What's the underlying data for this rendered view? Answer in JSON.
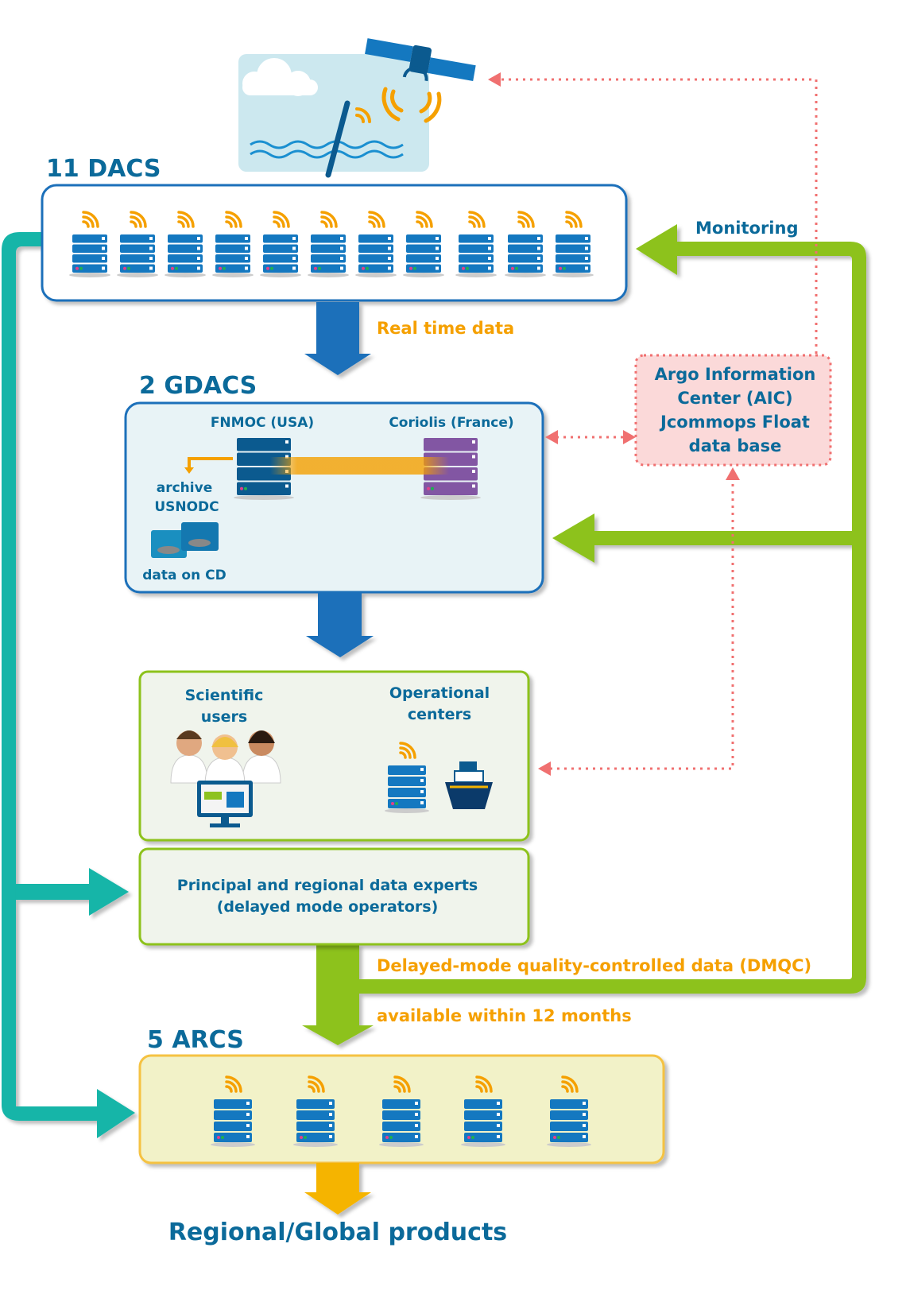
{
  "sections": {
    "dacs_title": "11 DACS",
    "gdacs_title": "2 GDACS",
    "arcs_title": "5 ARCS"
  },
  "flows": {
    "real_time": "Real time data",
    "monitoring": "Monitoring",
    "dmqc": "Delayed-mode quality-controlled data (DMQC)",
    "available": "available within 12 months"
  },
  "gdacs": {
    "fnmoc": "FNMOC (USA)",
    "coriolis": "Coriolis (France)",
    "archive_line1": "archive",
    "archive_line2": "USNODC",
    "cd": "data on CD"
  },
  "users": {
    "scientific_line1": "Scientific",
    "scientific_line2": "users",
    "operational_line1": "Operational",
    "operational_line2": "centers"
  },
  "experts": {
    "line1": "Principal and regional data experts",
    "line2": "(delayed mode operators)"
  },
  "aic": {
    "line1": "Argo Information",
    "line2": "Center (AIC)",
    "line3": "Jcommops Float",
    "line4": "data base"
  },
  "products": "Regional/Global products",
  "colors": {
    "text_blue": "#0b6a9a",
    "text_orange": "#f5a000",
    "realtime_arrow": "#1a6fba",
    "monitoring_arrow": "#8dc21f",
    "delayed_arrow": "#13b5a8",
    "aic_dotted": "#f07070",
    "products_arrow": "#f5b400",
    "server_blue": "#1478c0",
    "server_dark": "#0b5a8f",
    "server_purple": "#8256a3"
  }
}
